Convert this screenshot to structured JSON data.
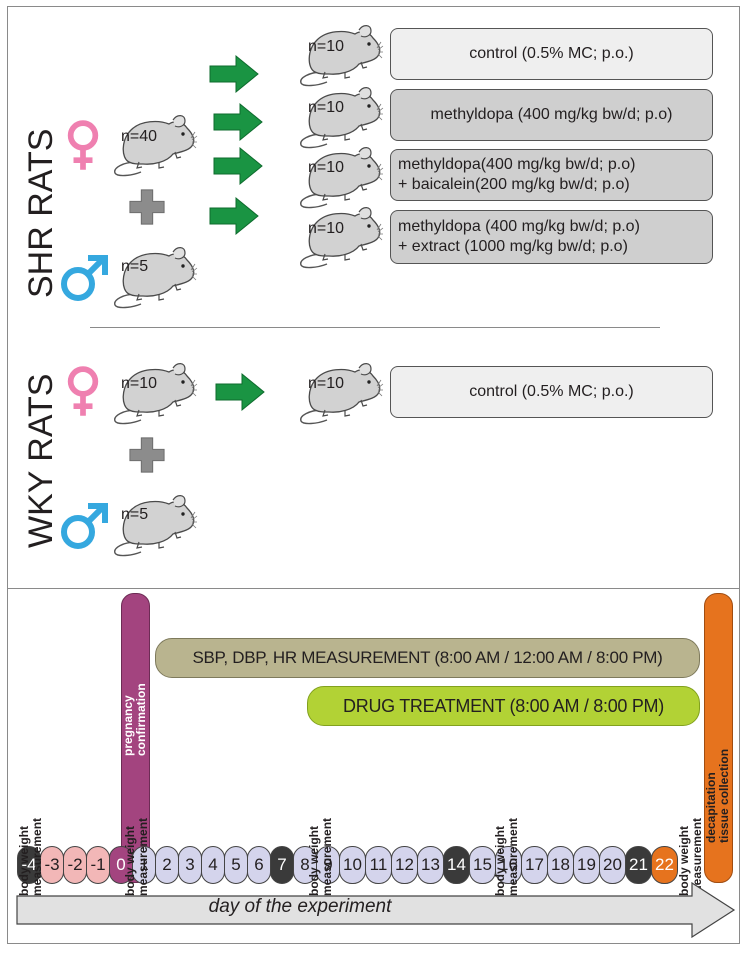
{
  "shr": {
    "title": "SHR RATS",
    "female_count": "n=40",
    "male_count": "n=5",
    "groups": [
      {
        "count": "n=10",
        "lines": [
          "control (0.5% MC; p.o.)"
        ]
      },
      {
        "count": "n=10",
        "lines": [
          "methyldopa (400 mg/kg bw/d; p.o)"
        ]
      },
      {
        "count": "n=10",
        "lines": [
          "methyldopa(400 mg/kg bw/d; p.o)",
          "+ baicalein(200 mg/kg bw/d; p.o)"
        ]
      },
      {
        "count": "n=10",
        "lines": [
          "methyldopa (400 mg/kg bw/d; p.o)",
          "+ extract (1000 mg/kg bw/d; p.o)"
        ]
      }
    ]
  },
  "wky": {
    "title": "WKY RATS",
    "female_count": "n=10",
    "male_count": "n=5",
    "group": {
      "count": "n=10",
      "label": "control (0.5% MC; p.o.)"
    }
  },
  "timeline": {
    "measurement_bar": "SBP, DBP, HR MEASUREMENT (8:00 AM / 12:00 AM / 8:00 PM)",
    "drug_bar": "DRUG TREATMENT (8:00 AM / 8:00 PM)",
    "pregnancy_label": [
      "pregnancy",
      "confirmation"
    ],
    "decapitation_label": [
      "decapitation",
      "tissue collection"
    ],
    "body_weight_label": [
      "body weight",
      "measurement"
    ],
    "days": [
      "-4",
      "-3",
      "-2",
      "-1",
      "0",
      "1",
      "2",
      "3",
      "4",
      "5",
      "6",
      "7",
      "8",
      "9",
      "10",
      "11",
      "12",
      "13",
      "14",
      "15",
      "16",
      "17",
      "18",
      "19",
      "20",
      "21",
      "22"
    ],
    "axis_label": "day of the experiment"
  },
  "colors": {
    "arrow_green": "#1a9443",
    "female_pink": "#ef80b0",
    "male_blue": "#35a8df",
    "plus_gray": "#8c8c8c",
    "measurement_bar": "#b9b48f",
    "drug_bar": "#b2d235",
    "pregnancy": "#a3447f",
    "decapitation": "#e6731e",
    "day_dark": "#3a3a3a",
    "day_light": "#d4d4ec",
    "day_negative": "#f2b7b7"
  },
  "icons": [
    "rat-icon",
    "female-symbol-icon",
    "male-symbol-icon",
    "plus-icon",
    "green-arrow-icon",
    "timeline-arrow-icon"
  ]
}
